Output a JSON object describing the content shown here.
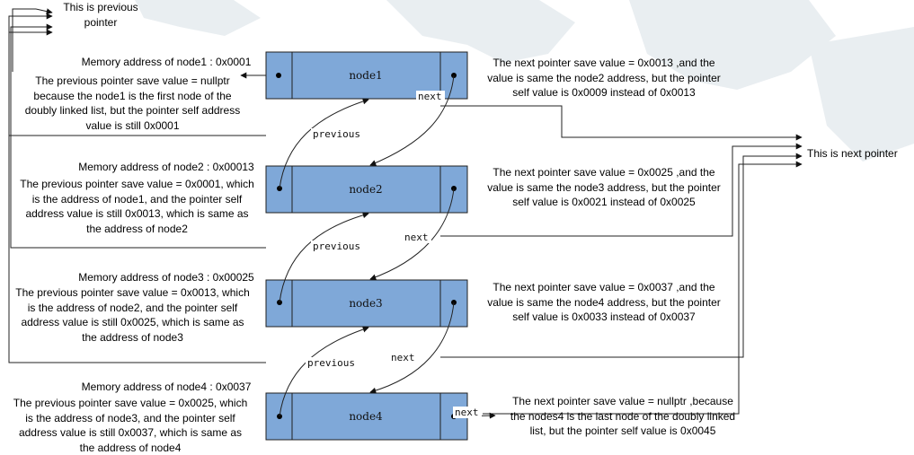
{
  "nodes": [
    {
      "label": "node1",
      "address": "Memory address of node1 : 0x0001",
      "prev_desc": [
        "The previous pointer save value = nullptr",
        "because the node1 is the first node of the",
        "doubly linked list, but the pointer self address",
        "value is still 0x0001"
      ],
      "next_desc": [
        "The next pointer save value = 0x0013 ,and the",
        "value is same the node2 address, but the pointer",
        "self value is 0x0009 instead of 0x0013"
      ]
    },
    {
      "label": "node2",
      "address": "Memory address of node2 : 0x00013",
      "prev_desc": [
        "The previous pointer save value = 0x0001, which",
        "is the address of node1, and the pointer self",
        "address value is still 0x0013, which is same as",
        "the address of node2"
      ],
      "next_desc": [
        "The next pointer save value = 0x0025 ,and the",
        "value is same the node3 address, but the pointer",
        "self value is 0x0021 instead of 0x0025"
      ]
    },
    {
      "label": "node3",
      "address": "Memory address of node3 : 0x00025",
      "prev_desc": [
        "The previous pointer save value = 0x0013, which",
        "is the address of node2, and the pointer self",
        "address value is still 0x0025, which is same as",
        "the address of node3"
      ],
      "next_desc": [
        "The next pointer save value = 0x0037 ,and the",
        "value is same the node4 address, but the pointer",
        "self value is 0x0033 instead of 0x0037"
      ]
    },
    {
      "label": "node4",
      "address": "Memory address of node4 : 0x0037",
      "prev_desc": [
        "The previous pointer save value = 0x0025, which",
        "is the address of node3, and the pointer self",
        "address value is still 0x0037, which is same as",
        "the address of node4"
      ],
      "next_desc": [
        "The next pointer save value = nullptr ,because",
        "the nodes4 is the last node of the doubly linked",
        "list, but the pointer self value is 0x0045"
      ]
    }
  ],
  "labels": {
    "previous_pointer": [
      "This is previous",
      "pointer"
    ],
    "next_pointer": "This is next pointer",
    "next": "next",
    "previous": "previous"
  }
}
